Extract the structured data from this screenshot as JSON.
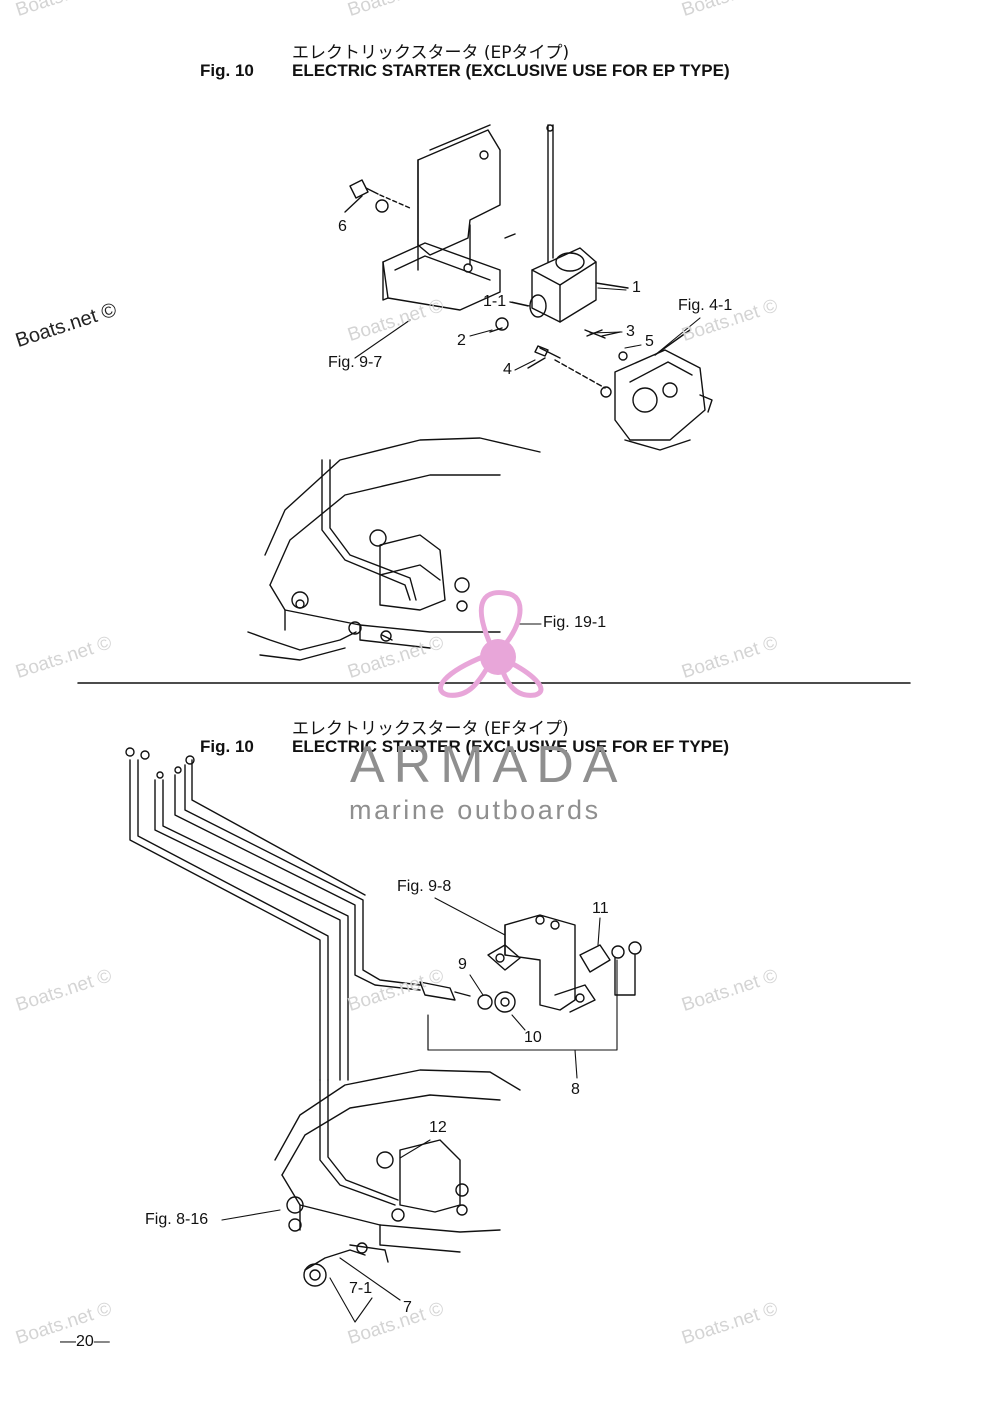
{
  "top": {
    "title_jp": "エレクトリックスタータ (EPタイプ)",
    "fig_no": "Fig. 10",
    "title_en": "ELECTRIC STARTER (EXCLUSIVE USE FOR EP TYPE)",
    "labels": [
      "6",
      "1",
      "1-1",
      "3",
      "2",
      "5",
      "4",
      "Fig. 9-7",
      "Fig. 4-1",
      "Fig. 19-1"
    ]
  },
  "bottom": {
    "title_jp": "エレクトリックスタータ (EFタイプ)",
    "fig_no": "Fig. 10",
    "title_en": "ELECTRIC STARTER (EXCLUSIVE USE FOR EF TYPE)",
    "labels": [
      "Fig. 9-8",
      "11",
      "9",
      "10",
      "8",
      "12",
      "Fig. 8-16",
      "7-1",
      "7"
    ]
  },
  "watermarks": [
    "Boats.net ©"
  ],
  "logo": {
    "name": "ARMADA",
    "tagline": "marine outboards",
    "color": "#8f8f8f",
    "propeller_color": "#e8a6d9"
  },
  "page_number": "—20—"
}
